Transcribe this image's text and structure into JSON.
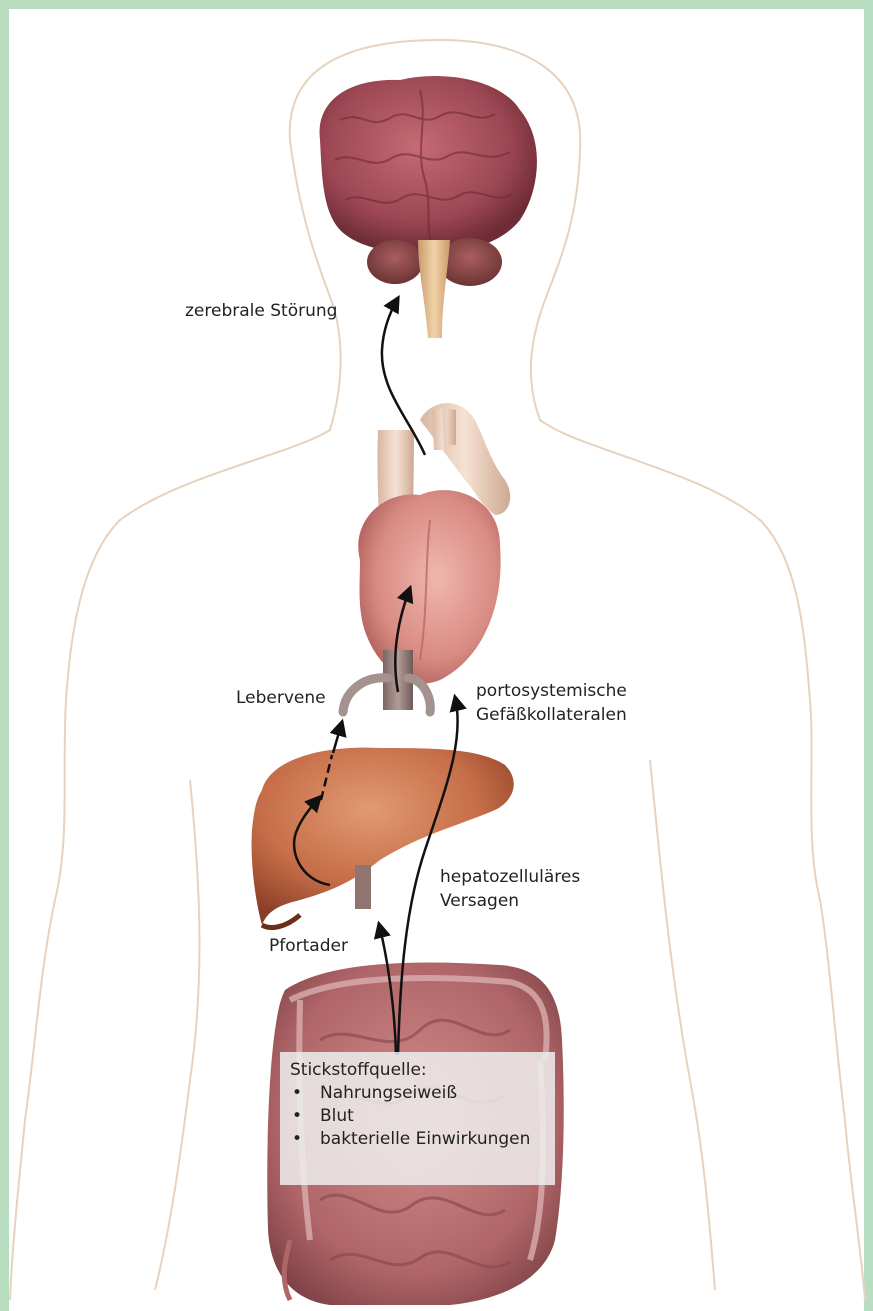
{
  "colors": {
    "frame": "#b9ddc0",
    "body_outline": "#e7d2bd",
    "brain": "#a8505c",
    "heart": "#d9958c",
    "liver": "#c46a48",
    "intestine": "#b56a6e",
    "arrow": "#111111"
  },
  "labels": {
    "cerebral": "zerebrale Störung",
    "hepatic_vein": "Lebervene",
    "collaterals_line1": "portosystemische",
    "collaterals_line2": "Gefäßkollateralen",
    "hepatocellular_line1": "hepatozelluläres",
    "hepatocellular_line2": "Versagen",
    "portal_vein": "Pfortader"
  },
  "source": {
    "title": "Stickstoffquelle:",
    "bullet": "•",
    "items": [
      "Nahrungseiweiß",
      "Blut",
      "bakterielle Einwirkungen"
    ]
  }
}
